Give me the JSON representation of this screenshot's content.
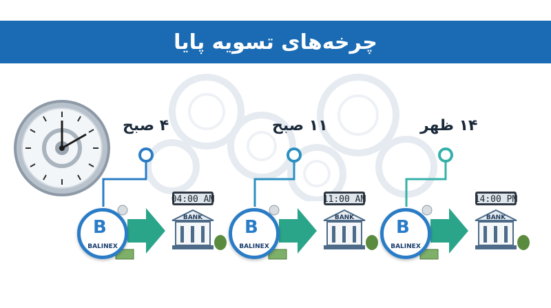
{
  "title": "چرخه‌های تسویه پایا",
  "cycles": [
    {
      "time_label": "۴ صبح",
      "clock": "04:00 AM",
      "bank": "BANK",
      "brand": "BALINEX"
    },
    {
      "time_label": "۱۱ صبح",
      "clock": "11:00 AM",
      "bank": "BANK",
      "brand": "BALINEX"
    },
    {
      "time_label": "۱۴ ظهر",
      "clock": "14:00 PM",
      "bank": "BANK",
      "brand": "BALINEX"
    }
  ],
  "colors": {
    "banner": "#1a6bb3",
    "timeline": "#2a7cc6",
    "timeline_end": "#3fc1a0",
    "arrow": "#2ba58a"
  },
  "icons": [
    "analog-clock-icon",
    "gear-icon",
    "balinex-logo-icon",
    "arrow-right-icon",
    "bank-building-icon",
    "digital-clock-icon",
    "money-bag-icon",
    "banknote-icon",
    "coin-icon"
  ]
}
